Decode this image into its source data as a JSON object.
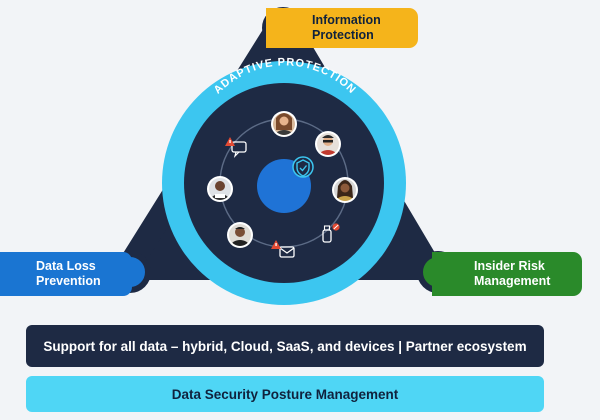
{
  "diagram": {
    "ring_label": "ADAPTIVE PROTECTION",
    "nodes": {
      "information_protection": "Information Protection",
      "data_loss_prevention": "Data Loss Prevention",
      "insider_risk_management": "Insider Risk Management"
    },
    "support_bar": "Support for all data – hybrid, Cloud, SaaS, and devices | Partner ecosystem",
    "dspm_bar": "Data Security Posture Management"
  },
  "colors": {
    "navy": "#1e2a44",
    "ring_cyan": "#3cc6f0",
    "core_blue": "#1f73d6",
    "info_yellow": "#f5b41b",
    "dlp_blue": "#1a75d2",
    "irm_green": "#2a8a2a",
    "dspm_cyan": "#4fd6f5",
    "alert_red": "#e24a33"
  },
  "icons": [
    "shield-check-icon",
    "chat-alert-icon",
    "mail-alert-icon",
    "usb-drive-icon"
  ]
}
